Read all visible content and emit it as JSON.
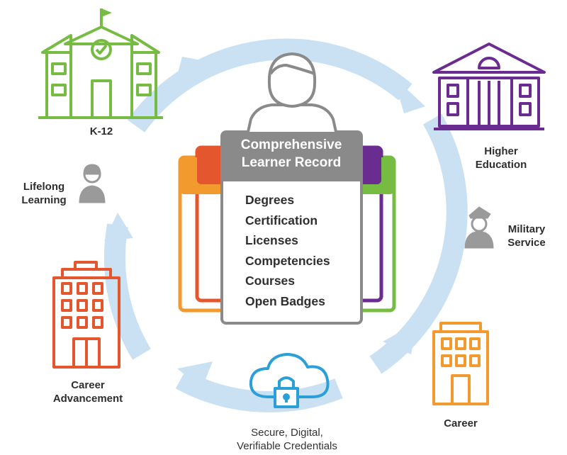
{
  "center": {
    "title_line1": "Comprehensive",
    "title_line2": "Learner Record",
    "items": [
      "Degrees",
      "Certification",
      "Licenses",
      "Competencies",
      "Courses",
      "Open Badges"
    ]
  },
  "stages": {
    "k12": "K-12",
    "higher_education": [
      "Higher",
      "Education"
    ],
    "military_service": [
      "Military",
      "Service"
    ],
    "career": "Career",
    "career_advancement": [
      "Career",
      "Advancement"
    ],
    "lifelong_learning": [
      "Lifelong",
      "Learning"
    ]
  },
  "credentials": [
    "Secure, Digital,",
    "Verifiable Credentials"
  ],
  "colors": {
    "green": "#76bc43",
    "purple": "#6a2c91",
    "orange": "#f29a2e",
    "red": "#e4572e",
    "cycle_blue": "#c9e1f3",
    "card_gray": "#8a8a8a",
    "icon_gray": "#9a9a9a",
    "cloud_blue": "#2a9fd8"
  }
}
